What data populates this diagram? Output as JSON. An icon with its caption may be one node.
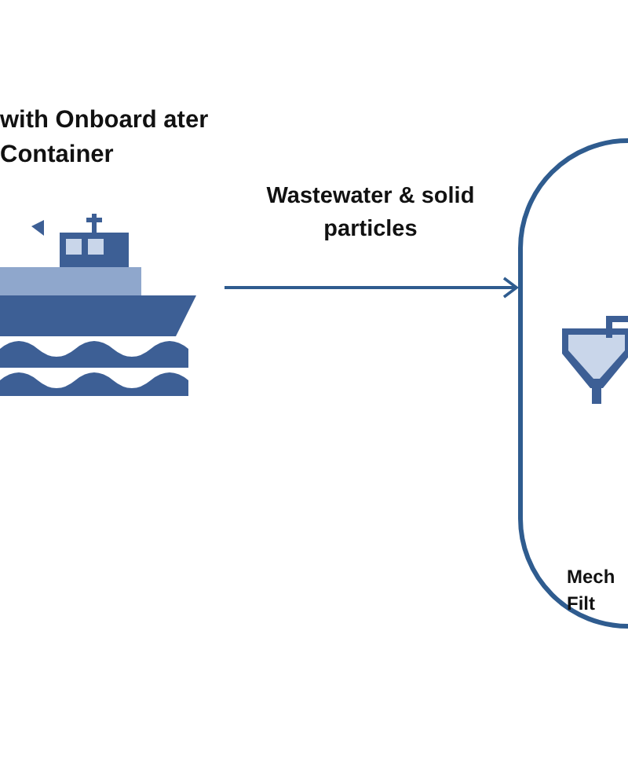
{
  "diagram": {
    "nodes": [
      {
        "text": [
          "with Onboard ater Container"
        ]
      },
      {
        "text": [
          "Mech Filt"
        ]
      }
    ],
    "edges": [
      {
        "from": 0,
        "to": 1,
        "arrow": "to",
        "label": "Wastewater & solid particles"
      }
    ]
  }
}
